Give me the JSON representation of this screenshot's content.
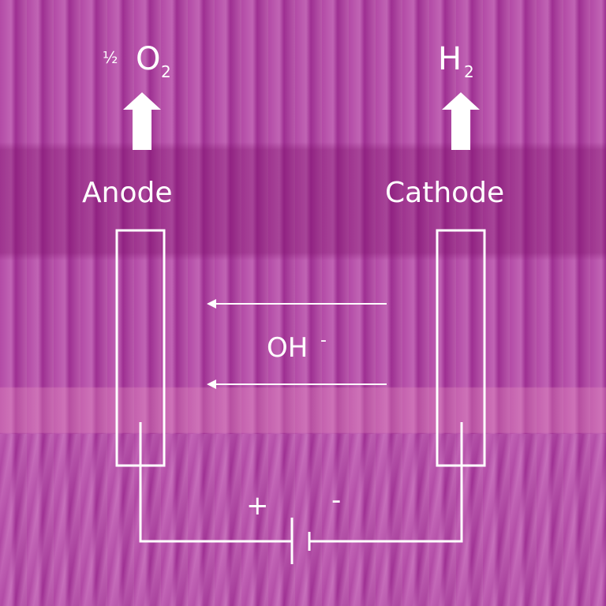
{
  "labels": {
    "oxygen_fraction": "½",
    "oxygen": "O",
    "oxygen_subscript": "2",
    "hydrogen": "H",
    "hydrogen_subscript": "2",
    "anode": "Anode",
    "cathode": "Cathode",
    "ion": "OH",
    "ion_charge": "-",
    "positive": "+",
    "negative": "-"
  },
  "colors": {
    "background_tint": "#b0409f",
    "foreground": "#ffffff"
  }
}
